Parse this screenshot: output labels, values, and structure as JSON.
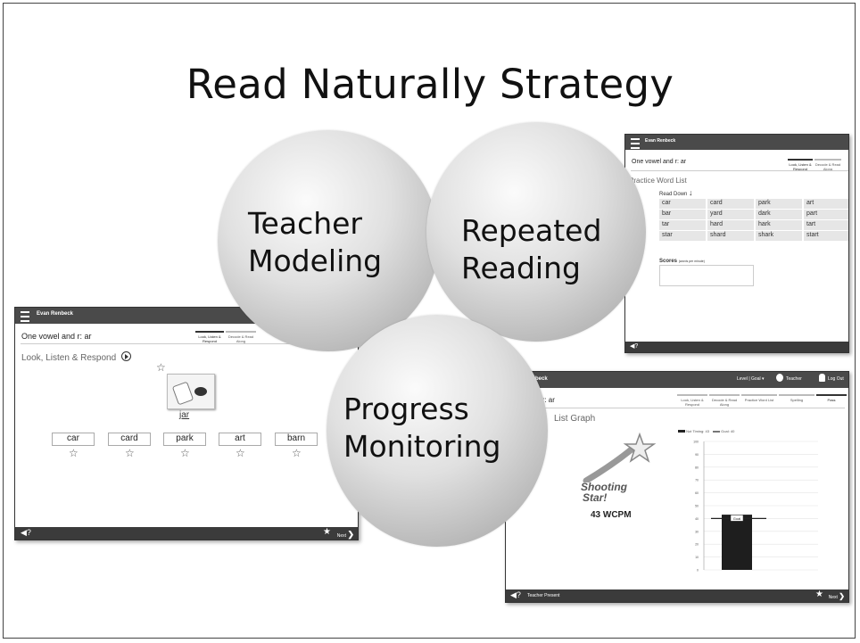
{
  "slide": {
    "title": "Read Naturally Strategy"
  },
  "circles": {
    "teacher_modeling": [
      "Teacher",
      "Modeling"
    ],
    "repeated_reading": [
      "Repeated",
      "Reading"
    ],
    "progress_monitoring": [
      "Progress",
      "Monitoring"
    ]
  },
  "screen_left": {
    "user_name": "Evan Renbeck",
    "story_title": "One vowel and r: ar",
    "tabs": [
      "Look, Listen & Respond",
      "Decode & Read Along"
    ],
    "section_title": "Look, Listen & Respond",
    "picture_word": "jar",
    "words": [
      "car",
      "card",
      "park",
      "art",
      "barn"
    ],
    "next_label": "Next"
  },
  "screen_right_top": {
    "user_name": "Evan Renbeck",
    "story_title": "One vowel and r: ar",
    "tabs": [
      "Look, Listen & Respond",
      "Decode & Read Along"
    ],
    "section_title": "Practice Word List",
    "read_down_label": "Read Down",
    "word_rows": [
      [
        "car",
        "card",
        "park",
        "art"
      ],
      [
        "bar",
        "yard",
        "dark",
        "part"
      ],
      [
        "tar",
        "hard",
        "hark",
        "tart"
      ],
      [
        "star",
        "shard",
        "shark",
        "start"
      ]
    ],
    "scores_label": "Scores",
    "scores_sub": "(words per minute)"
  },
  "screen_right_bottom": {
    "user_name": "beck",
    "header_level_goal": "Level | Goal",
    "teacher_label": "Teacher",
    "logout_label": "Log Out",
    "story_title": "d r: ar",
    "tabs": [
      "Look, Listen & Respond",
      "Decode & Read Along",
      "Practice Word List",
      "Spelling",
      "Pass"
    ],
    "section_title": "List Graph",
    "badge_line1": "Shooting",
    "badge_line2": "Star!",
    "wcpm": "43 WCPM",
    "legend": [
      "Not Timing: 43",
      "Goal: 40"
    ],
    "y_ticks": [
      "100",
      "90",
      "80",
      "70",
      "60",
      "50",
      "40",
      "30",
      "20",
      "10",
      "0"
    ],
    "goal_label": "Goal",
    "footer_label": "Teacher Present",
    "next_label": "Next"
  },
  "chart_data": {
    "type": "bar",
    "categories": [
      ""
    ],
    "series": [
      {
        "name": "Not Timing",
        "values": [
          43
        ]
      }
    ],
    "goal": 40,
    "ylim": [
      0,
      100
    ],
    "legend": [
      "Not Timing: 43",
      "Goal: 40"
    ]
  },
  "colors": {
    "topbar": "#4a4a4a",
    "bottombar": "#3b3b3b",
    "bar": "#1e1e1e"
  }
}
